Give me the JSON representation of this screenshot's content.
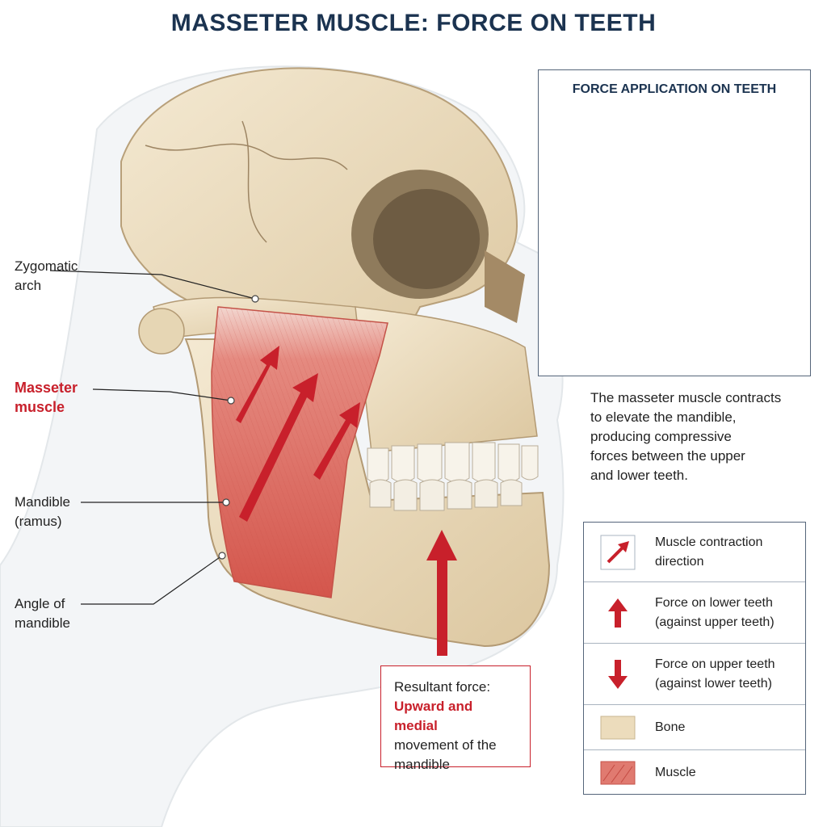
{
  "title": "MASSETER MUSCLE: FORCE ON TEETH",
  "labels": {
    "zygomatic": [
      "Zygomatic",
      "arch"
    ],
    "masseter": [
      "Masseter",
      "muscle"
    ],
    "mandible": [
      "Mandible",
      "(ramus)"
    ],
    "angle": [
      "Angle of",
      "mandible"
    ]
  },
  "inset": {
    "title": "FORCE APPLICATION ON TEETH"
  },
  "description": [
    "The masseter muscle contracts",
    "to elevate the mandible,",
    "producing compressive",
    "forces between the upper",
    "and lower teeth."
  ],
  "resultant": {
    "line1": "Resultant force:",
    "highlight": "Upward and medial",
    "line3": "movement of the",
    "line4": "mandible"
  },
  "legend": [
    {
      "icon": "diagonal-arrow-icon",
      "lines": [
        "Muscle contraction",
        "direction"
      ]
    },
    {
      "icon": "up-arrow-icon",
      "lines": [
        "Force on lower teeth",
        "(against upper teeth)"
      ]
    },
    {
      "icon": "down-arrow-icon",
      "lines": [
        "Force on upper teeth",
        "(against lower teeth)"
      ]
    },
    {
      "icon": "bone-swatch-icon",
      "lines": [
        "Bone"
      ]
    },
    {
      "icon": "muscle-swatch-icon",
      "lines": [
        "Muscle"
      ]
    }
  ],
  "colors": {
    "title": "#1b3350",
    "arrow": "#c8202b",
    "bone": "#ecdcbc",
    "muscle": "#e07a70",
    "gum": "#e88d8f",
    "border": "#55657a"
  }
}
